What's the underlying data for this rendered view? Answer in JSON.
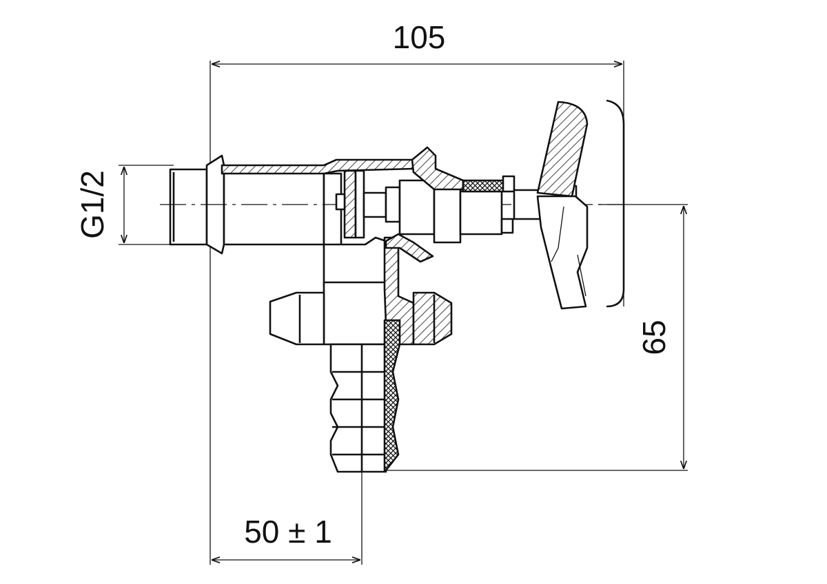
{
  "dimensions": {
    "overall_length": "105",
    "thread_size": "G1/2",
    "height": "65",
    "offset": "50 ± 1"
  },
  "colors": {
    "ink": "#111111",
    "paper": "#ffffff"
  }
}
